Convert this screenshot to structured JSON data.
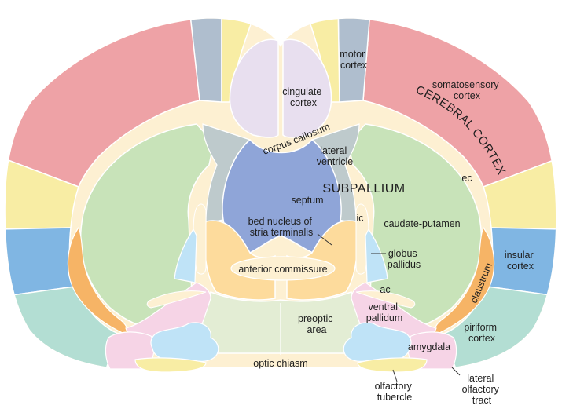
{
  "colors": {
    "white_matter": "#FDF0D2",
    "cortex_pink": "#EEA2A6",
    "motor_gray": "#AFBECE",
    "yellow": "#F8EDA4",
    "cingulate": "#E8DFEF",
    "striatum_green": "#C8E3B9",
    "septum_blue": "#8FA5D8",
    "ventricle_gray": "#BECACC",
    "bnst_orange": "#FDDB9C",
    "preoptic": "#E3EDD4",
    "light_blue": "#BFE3F7",
    "insular_blue": "#80B6E3",
    "claustrum_orange": "#F6B466",
    "piriform_teal": "#B3DED3",
    "vp_pink": "#F6D4E6",
    "outline": "#ffffff"
  },
  "labels": {
    "motor_cortex": [
      "motor",
      "cortex"
    ],
    "cingulate_cortex": [
      "cingulate",
      "cortex"
    ],
    "somatosensory_cortex": [
      "somatosensory",
      "cortex"
    ],
    "cerebral_cortex": "CEREBRAL CORTEX",
    "corpus_callosum": "corpus callosum",
    "lateral_ventricle": [
      "lateral",
      "ventricle"
    ],
    "ec": "ec",
    "subpallium": "SUBPALLIUM",
    "septum": "septum",
    "ic": "ic",
    "caudate_putamen": "caudate-putamen",
    "bed_nucleus": [
      "bed nucleus of",
      "stria terminalis"
    ],
    "globus_pallidus": [
      "globus",
      "pallidus"
    ],
    "insular_cortex": [
      "insular",
      "cortex"
    ],
    "anterior_commissure": "anterior commissure",
    "ac": "ac",
    "claustrum": "claustrum",
    "ventral_pallidum": [
      "ventral",
      "pallidum"
    ],
    "preoptic_area": [
      "preoptic",
      "area"
    ],
    "piriform_cortex": [
      "piriform",
      "cortex"
    ],
    "amygdala": "amygdala",
    "optic_chiasm": "optic chiasm",
    "olfactory_tubercle": [
      "olfactory",
      "tubercle"
    ],
    "lateral_olfactory_tract": [
      "lateral",
      "olfactory",
      "tract"
    ]
  }
}
